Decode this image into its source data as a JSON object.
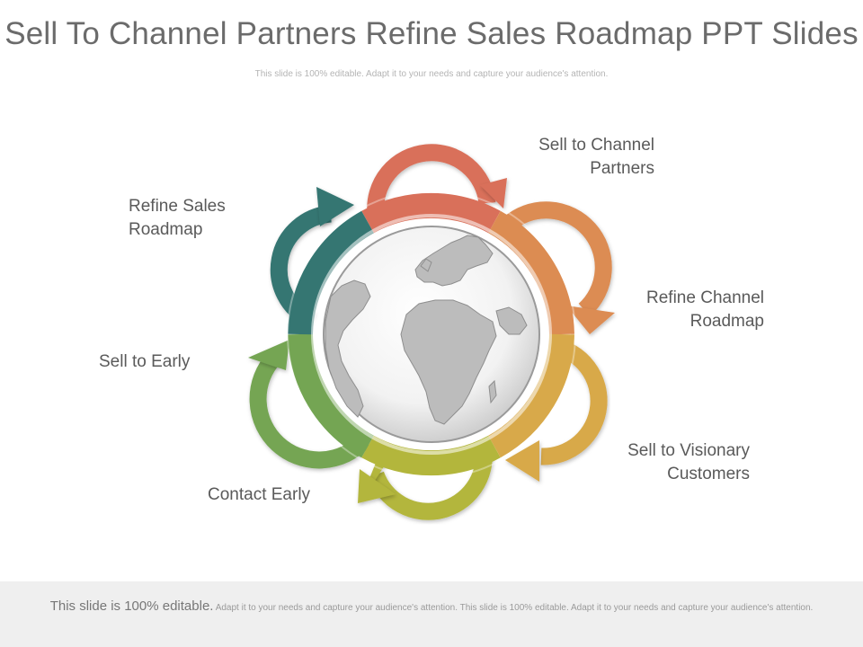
{
  "title": "Sell To Channel Partners Refine Sales Roadmap PPT Slides",
  "subtitle": "This slide is 100% editable. Adapt it to your needs and capture your audience's attention.",
  "labels": {
    "sell_to_channel_partners": [
      "Sell to Channel",
      "Partners"
    ],
    "refine_channel_roadmap": [
      "Refine Channel",
      "Roadmap"
    ],
    "sell_to_visionary_customers": [
      "Sell to Visionary",
      "Customers"
    ],
    "contact_early": "Contact Early",
    "sell_to_early": "Sell to Early",
    "refine_sales_roadmap": [
      "Refine Sales",
      "Roadmap"
    ]
  },
  "colors": {
    "red": "#d9705a",
    "orange": "#dc8c52",
    "gold": "#d8a94a",
    "olive": "#b3b63c",
    "green": "#74a553",
    "teal": "#357672"
  },
  "footer": {
    "lead": "This slide is 100% editable.",
    "text": "Adapt it to your needs and capture your audience's attention. This slide is 100% editable. Adapt it to your needs and capture your audience's attention."
  }
}
